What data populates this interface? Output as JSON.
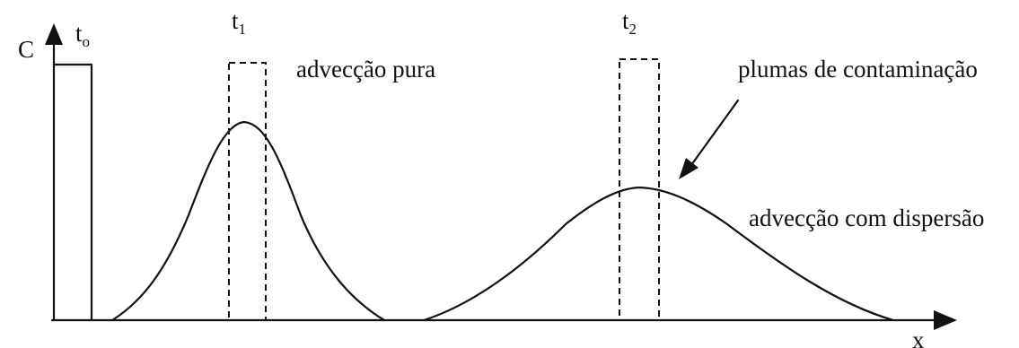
{
  "axes": {
    "y_label": "C",
    "x_label": "x"
  },
  "times": [
    {
      "base": "t",
      "sub": "o"
    },
    {
      "base": "t",
      "sub": "1"
    },
    {
      "base": "t",
      "sub": "2"
    }
  ],
  "annotations": {
    "pure_advection": "advecção pura",
    "plumes": "plumas de contaminação",
    "advection_dispersion": "advecção com dispersão"
  },
  "colors": {
    "ink": "#111111",
    "background": "#ffffff"
  }
}
